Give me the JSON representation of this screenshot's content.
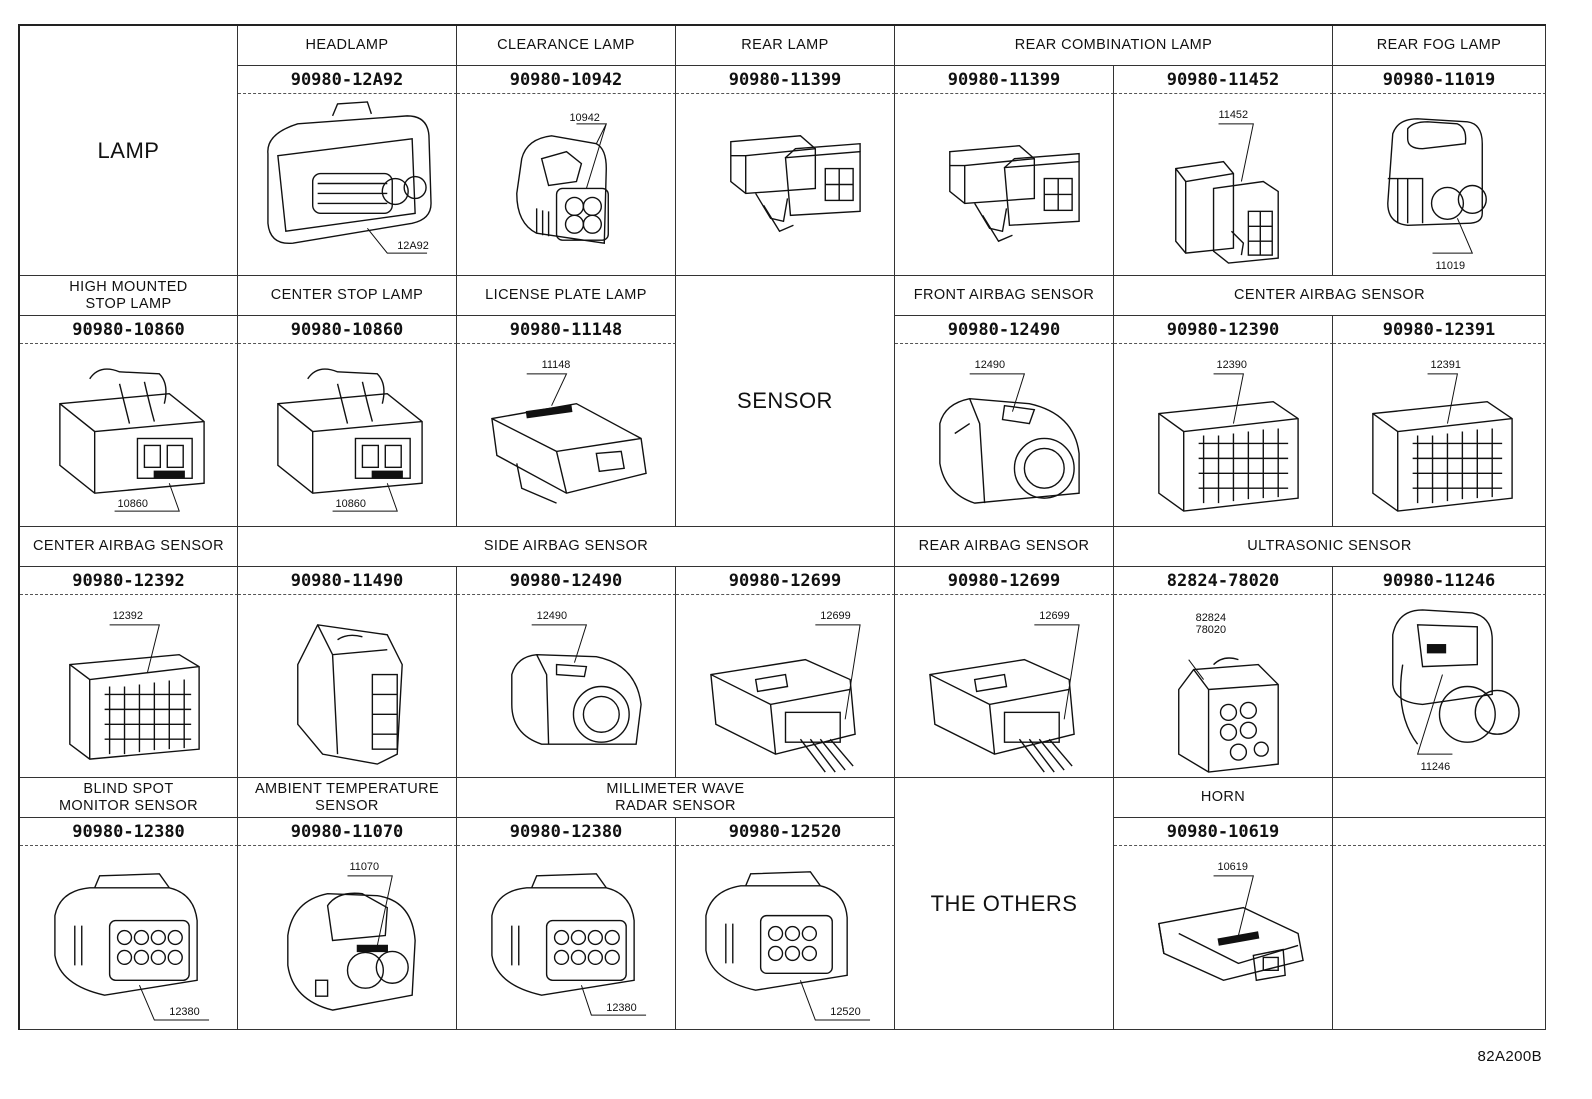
{
  "figure_code": "82A200B",
  "sections": {
    "lamp": "LAMP",
    "sensor": "SENSOR",
    "others": "THE OTHERS"
  },
  "row1": {
    "headlamp": {
      "name": "HEADLAMP",
      "part": "90980-12A92",
      "callout": "12A92"
    },
    "clearance_lamp": {
      "name": "CLEARANCE LAMP",
      "part": "90980-10942",
      "callout": "10942"
    },
    "rear_lamp": {
      "name": "REAR LAMP",
      "part": "90980-11399"
    },
    "rear_combination_lamp": {
      "name": "REAR COMBINATION LAMP",
      "parts": [
        "90980-11399",
        "90980-11452"
      ],
      "callout": "11452"
    },
    "rear_fog_lamp": {
      "name": "REAR FOG LAMP",
      "part": "90980-11019",
      "callout": "11019"
    }
  },
  "row2": {
    "high_mounted_stop_lamp": {
      "name_line1": "HIGH MOUNTED",
      "name_line2": "STOP LAMP",
      "part": "90980-10860",
      "callout": "10860"
    },
    "center_stop_lamp": {
      "name": "CENTER STOP LAMP",
      "part": "90980-10860",
      "callout": "10860"
    },
    "license_plate_lamp": {
      "name": "LICENSE PLATE LAMP",
      "part": "90980-11148",
      "callout": "11148"
    },
    "front_airbag_sensor": {
      "name": "FRONT AIRBAG SENSOR",
      "part": "90980-12490",
      "callout": "12490"
    },
    "center_airbag_sensor": {
      "name": "CENTER AIRBAG SENSOR",
      "parts": [
        "90980-12390",
        "90980-12391"
      ],
      "callouts": [
        "12390",
        "12391"
      ]
    }
  },
  "row3": {
    "center_airbag_sensor": {
      "name": "CENTER AIRBAG SENSOR",
      "part": "90980-12392",
      "callout": "12392"
    },
    "side_airbag_sensor": {
      "name": "SIDE AIRBAG SENSOR",
      "parts": [
        "90980-11490",
        "90980-12490",
        "90980-12699"
      ],
      "callouts": [
        "12490",
        "12699"
      ]
    },
    "rear_airbag_sensor": {
      "name": "REAR AIRBAG SENSOR",
      "part": "90980-12699",
      "callout": "12699"
    },
    "ultrasonic_sensor": {
      "name": "ULTRASONIC SENSOR",
      "parts": [
        "82824-78020",
        "90980-11246"
      ],
      "callout1_line1": "82824",
      "callout1_line2": "78020",
      "callout2": "11246"
    }
  },
  "row4": {
    "blind_spot_monitor_sensor": {
      "name_line1": "BLIND SPOT",
      "name_line2": "MONITOR SENSOR",
      "part": "90980-12380",
      "callout": "12380"
    },
    "ambient_temperature_sensor": {
      "name_line1": "AMBIENT TEMPERATURE",
      "name_line2": "SENSOR",
      "part": "90980-11070",
      "callout": "11070"
    },
    "millimeter_wave_radar_sensor": {
      "name_line1": "MILLIMETER WAVE",
      "name_line2": "RADAR SENSOR",
      "parts": [
        "90980-12380",
        "90980-12520"
      ],
      "callouts": [
        "12380",
        "12520"
      ]
    },
    "horn": {
      "name": "HORN",
      "part": "90980-10619",
      "callout": "10619"
    }
  }
}
